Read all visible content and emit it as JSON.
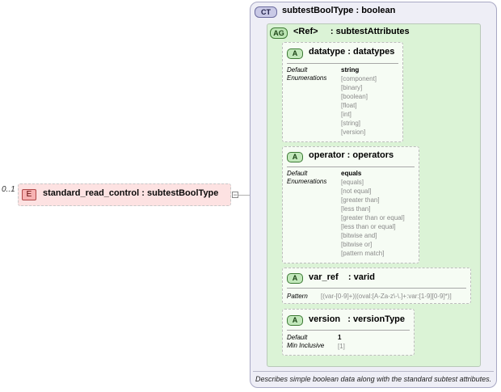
{
  "element": {
    "badge": "E",
    "name": "standard_read_control",
    "type": "subtestBoolType",
    "cardinality": "0..1",
    "collapse_symbol": "−"
  },
  "complex_type": {
    "badge": "CT",
    "name": "subtestBoolType",
    "base": "boolean",
    "description": "Describes simple boolean data along with the standard subtest attributes."
  },
  "attribute_group": {
    "badge": "AG",
    "ref_label": "<Ref>",
    "name": "subtestAttributes"
  },
  "attributes": [
    {
      "badge": "A",
      "name": "datatype",
      "type": "datatypes",
      "default_label": "Default",
      "default_value": "string",
      "enum_label": "Enumerations",
      "enumerations": [
        "[component]",
        "[binary]",
        "[boolean]",
        "[float]",
        "[int]",
        "[string]",
        "[version]"
      ]
    },
    {
      "badge": "A",
      "name": "operator",
      "type": "operators",
      "default_label": "Default",
      "default_value": "equals",
      "enum_label": "Enumerations",
      "enumerations": [
        "[equals]",
        "[not equal]",
        "[greater than]",
        "[less than]",
        "[greater than or equal]",
        "[less than or equal]",
        "[bitwise and]",
        "[bitwise or]",
        "[pattern match]"
      ]
    },
    {
      "badge": "A",
      "name": "var_ref",
      "type": "varid",
      "pattern_label": "Pattern",
      "pattern_value": "[(var-[0-9]+)|(oval:[A-Za-z\\-\\.]+:var:[1-9][0-9]*)]"
    },
    {
      "badge": "A",
      "name": "version",
      "type": "versionType",
      "default_label": "Default",
      "default_value": "1",
      "min_label": "Min Inclusive",
      "min_value": "[1]"
    }
  ],
  "colors": {
    "element_fill": "#fde2e2",
    "complex_type_fill": "#eeeef6",
    "attribute_group_fill": "#dbf3d6",
    "attribute_fill": "#f6fcf4"
  }
}
